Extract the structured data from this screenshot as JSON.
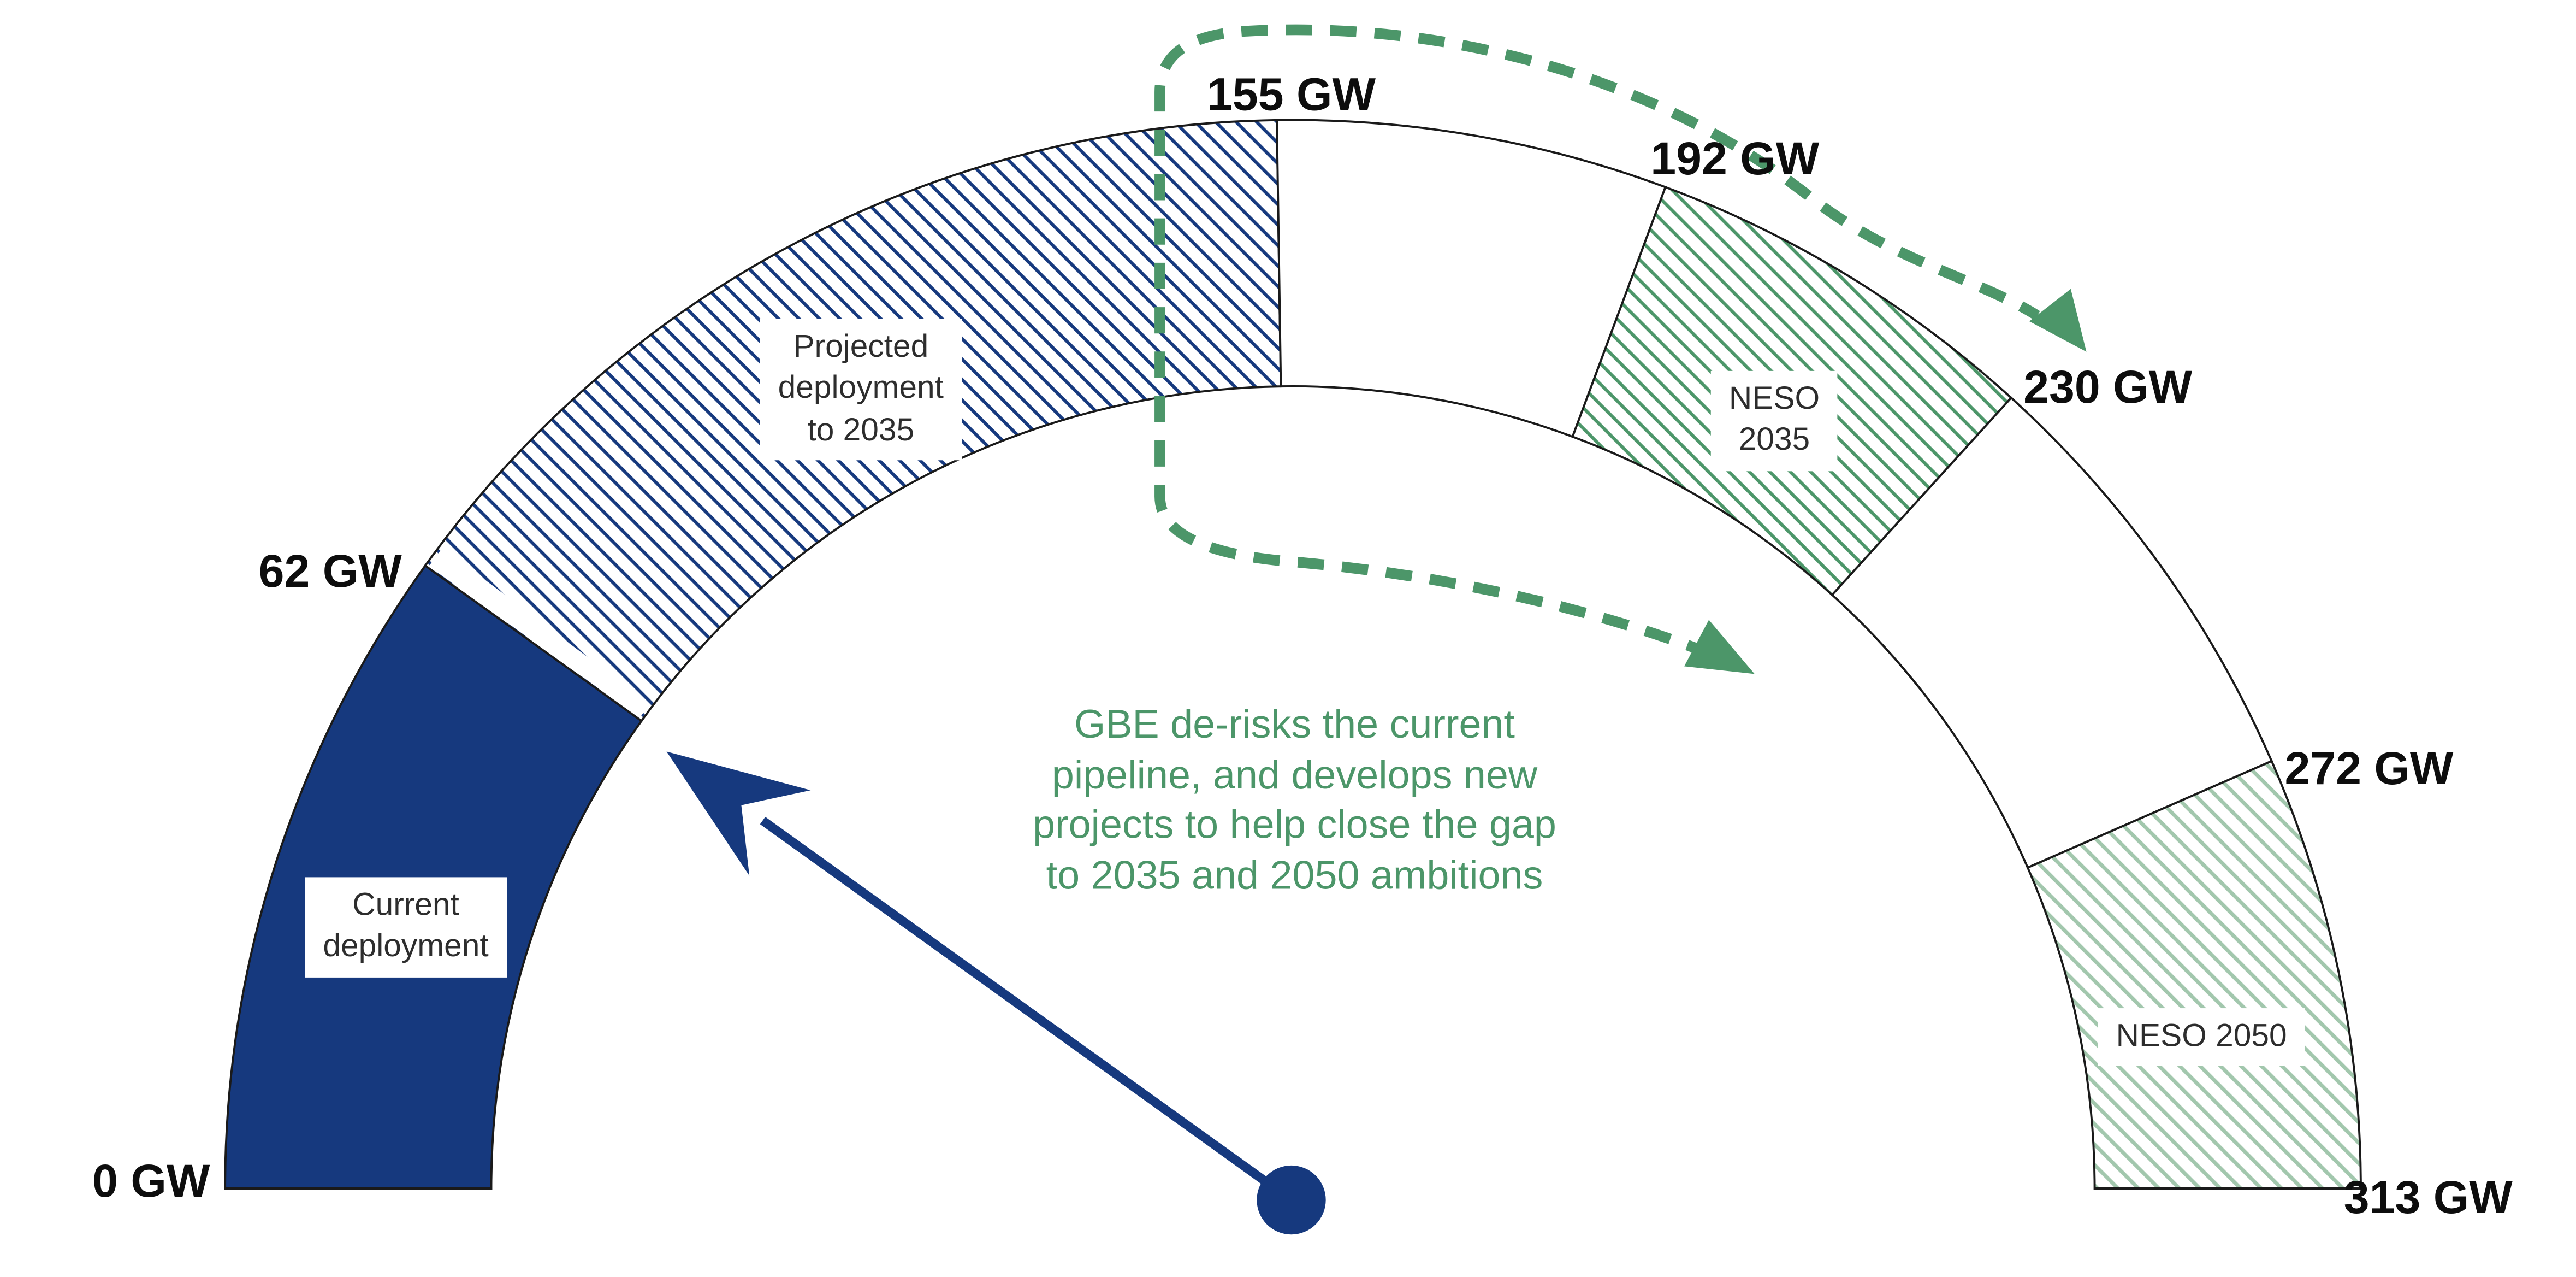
{
  "chart_data": {
    "type": "gauge",
    "title": "",
    "unit": "GW",
    "min": 0,
    "max": 313,
    "ticks": [
      {
        "value": 0,
        "label": "0 GW"
      },
      {
        "value": 62,
        "label": "62 GW"
      },
      {
        "value": 155,
        "label": "155 GW"
      },
      {
        "value": 192,
        "label": "192 GW"
      },
      {
        "value": 230,
        "label": "230 GW"
      },
      {
        "value": 272,
        "label": "272 GW"
      },
      {
        "value": 313,
        "label": "313 GW"
      }
    ],
    "segments": [
      {
        "name": "current-deployment",
        "from": 0,
        "to": 62,
        "fill": "solid-navy",
        "label": "Current\ndeployment"
      },
      {
        "name": "projected-deployment-to-2035",
        "from": 62,
        "to": 155,
        "fill": "hatch-navy",
        "label": "Projected\ndeployment\nto 2035"
      },
      {
        "name": "gap-155-192",
        "from": 155,
        "to": 192,
        "fill": "white",
        "label": ""
      },
      {
        "name": "neso-2035",
        "from": 192,
        "to": 230,
        "fill": "hatch-green",
        "label": "NESO\n2035"
      },
      {
        "name": "gap-230-272",
        "from": 230,
        "to": 272,
        "fill": "white",
        "label": ""
      },
      {
        "name": "neso-2050",
        "from": 272,
        "to": 313,
        "fill": "hatch-pale-green",
        "label": "NESO 2050"
      }
    ],
    "needle": {
      "value": 62
    },
    "annotation": {
      "text": "GBE de-risks the current\npipeline, and develops new\nprojects to help close the gap\nto 2035 and 2050 ambitions"
    },
    "colors": {
      "navy": "#16397E",
      "green": "#4C9669",
      "pale_green": "#A2C7AD",
      "outline": "#1A1A1A",
      "tick_text": "#0D0D0D",
      "segment_label_text": "#2D2D2D",
      "background": "#FFFFFF"
    },
    "layout": {
      "start_angle_deg": 180,
      "end_angle_deg": 0,
      "grid": false,
      "legend": "none"
    }
  }
}
